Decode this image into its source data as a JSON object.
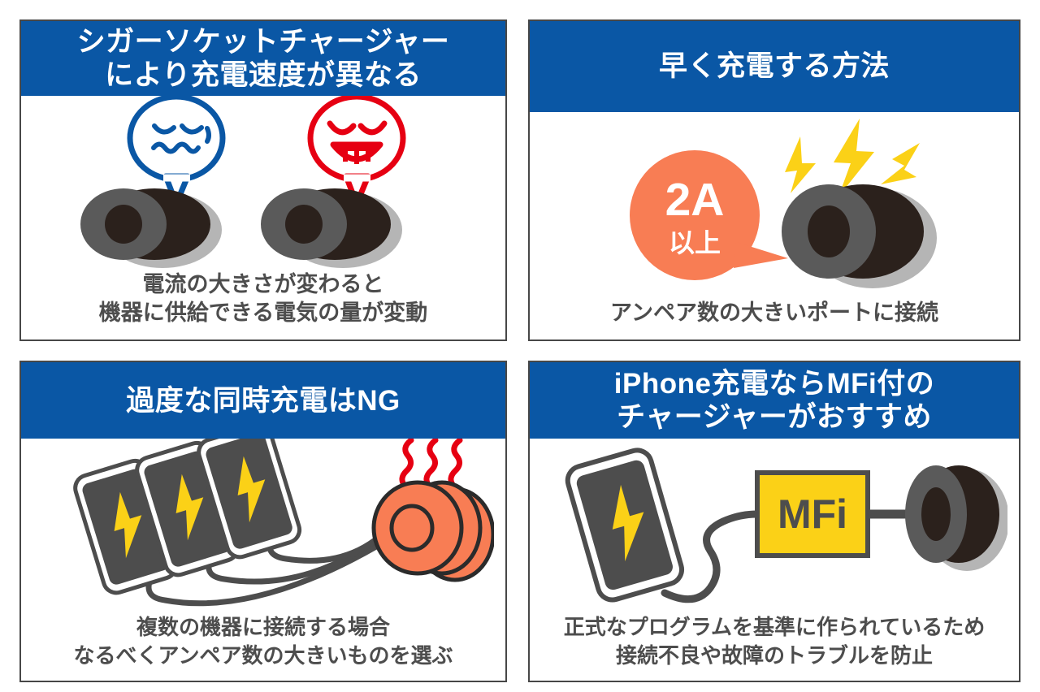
{
  "infographic": {
    "background_color": "#ffffff",
    "accent_blue": "#0a57a5",
    "accent_orange": "#f87d54",
    "accent_yellow": "#fbd117",
    "accent_red": "#e60012",
    "caption_gray": "#4d4d4d",
    "border_gray": "#474747"
  },
  "panels": [
    {
      "id": "panel-charger-speed",
      "title": "シガーソケットチャージャー\nにより充電速度が異なる",
      "caption": "電流の大きさが変わると\n機器に供給できる電気の量が変動",
      "illustration": {
        "name": "two-chargers-with-face-bubbles",
        "items": [
          {
            "name": "worried-face-bubble",
            "color": "#0a57a5"
          },
          {
            "name": "grinning-face-bubble",
            "color": "#e60012"
          },
          {
            "name": "car-charger-left",
            "color": "#5a5a5a"
          },
          {
            "name": "car-charger-right",
            "color": "#5a5a5a"
          }
        ]
      }
    },
    {
      "id": "panel-fast-charging",
      "title": "早く充電する方法",
      "caption": "アンペア数の大きいポートに接続",
      "illustration": {
        "name": "amp-bubble-and-charger",
        "bubble_value": "2A",
        "bubble_sub": "以上",
        "bubble_color": "#f87d54",
        "bolt_color": "#fbd117",
        "bolt_count": 3
      }
    },
    {
      "id": "panel-simultaneous-charging-ng",
      "title": "過度な同時充電はNG",
      "caption": "複数の機器に接続する場合\nなるべくアンペア数の大きいものを選ぶ",
      "illustration": {
        "name": "three-phones-overheating-charger",
        "phone_count": 3,
        "charger_color": "#f87d54",
        "heat_wave_color": "#e60012",
        "heat_wave_count": 3
      }
    },
    {
      "id": "panel-mfi-recommended",
      "title": "iPhone充電ならMFi付の\nチャージャーがおすすめ",
      "caption": "正式なプログラムを基準に作られているため\n接続不良や故障のトラブルを防止",
      "illustration": {
        "name": "phone-mfi-box-charger",
        "mfi_label": "MFi",
        "mfi_box_color": "#fbd117",
        "cable_color": "#4d4d4d"
      }
    }
  ]
}
